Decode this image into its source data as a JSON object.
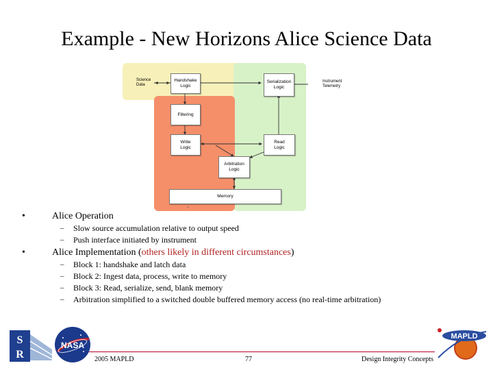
{
  "slide": {
    "title": "Example - New Horizons Alice Science Data"
  },
  "diagram": {
    "science_data": "Science\nData",
    "handshake": "Handshake\nLogic",
    "serialization": "Serialization\nLogic",
    "instrument": "Instrument\nTelemetry",
    "filtering": "Filtering",
    "write": "Write\nLogic",
    "read": "Read\nLogic",
    "arbitration": "Arbitration\nLogic",
    "memory": "Memory",
    "colors": {
      "yellow": "#f7f0b8",
      "green": "#d8f2c8",
      "orange": "#f58f6a"
    }
  },
  "bullets": [
    {
      "marker": "•",
      "text_pre": "Alice Operation",
      "text_red": "",
      "text_post": "",
      "sub": [
        {
          "marker": "–",
          "text": "Slow source accumulation relative to output speed"
        },
        {
          "marker": "–",
          "text": "Push interface initiated by instrument"
        }
      ]
    },
    {
      "marker": "•",
      "text_pre": "Alice Implementation (",
      "text_red": "others likely in different circumstances",
      "text_post": ")",
      "sub": [
        {
          "marker": "–",
          "text": "Block 1: handshake and latch data"
        },
        {
          "marker": "–",
          "text": "Block 2: Ingest data, process, write to memory"
        },
        {
          "marker": "–",
          "text": "Block 3: Read, serialize, send, blank memory"
        },
        {
          "marker": "–",
          "text": "Arbitration simplified to a switched double buffered memory access (no real-time arbitration)"
        }
      ]
    }
  ],
  "footer": {
    "left": "2005 MAPLD",
    "center": "77",
    "right": "Design Integrity Concepts",
    "accent_color": "#b0002a"
  },
  "logos": {
    "swr": "SwRI",
    "nasa": "NASA",
    "mapld": "MAPLD"
  }
}
